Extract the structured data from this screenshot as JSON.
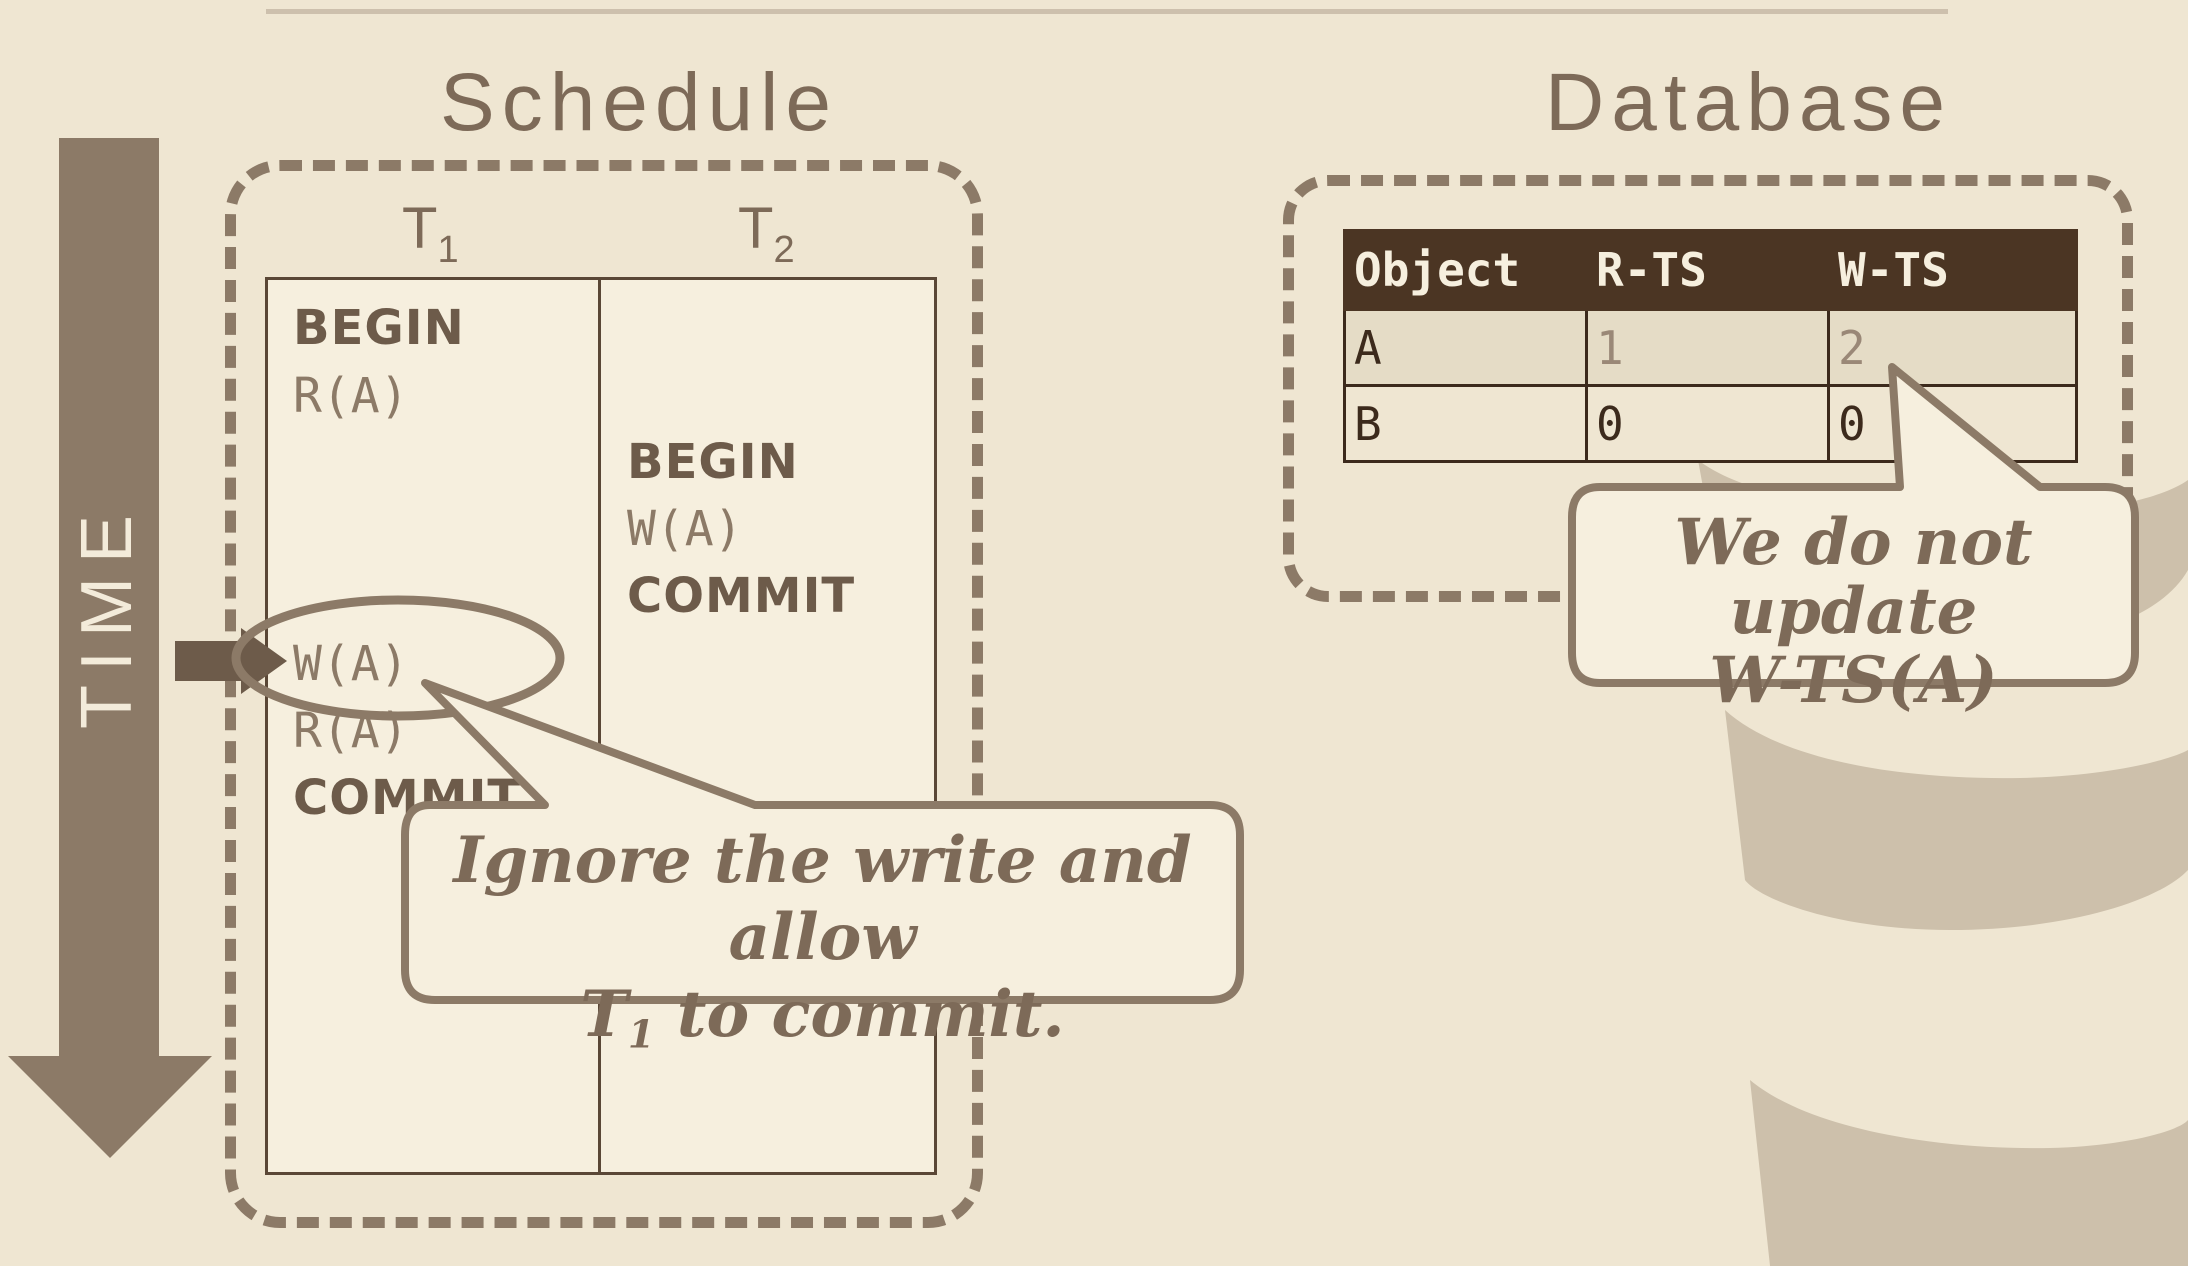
{
  "schedule": {
    "title": "Schedule",
    "time_label": "TIME",
    "t1": {
      "name": "T",
      "sub": "1"
    },
    "t2": {
      "name": "T",
      "sub": "2"
    },
    "t1_ops": [
      "BEGIN",
      "R(A)",
      "W(A)",
      "R(A)",
      "COMMIT"
    ],
    "t2_ops": [
      "BEGIN",
      "W(A)",
      "COMMIT"
    ]
  },
  "database": {
    "title": "Database",
    "columns": [
      "Object",
      "R-TS",
      "W-TS"
    ],
    "rows": [
      {
        "object": "A",
        "r_ts": "1",
        "w_ts": "2"
      },
      {
        "object": "B",
        "r_ts": "0",
        "w_ts": "0"
      }
    ]
  },
  "callouts": {
    "ignore_line1": "Ignore the write and allow",
    "ignore_line2_pre": "T",
    "ignore_line2_sub": "1",
    "ignore_line2_post": " to commit.",
    "noupdate_line1": "We do not update",
    "noupdate_line2": "W-TS(A)"
  },
  "colors": {
    "background": "#efe6d2",
    "accent": "#8c7a67",
    "header": "#4b3523"
  }
}
